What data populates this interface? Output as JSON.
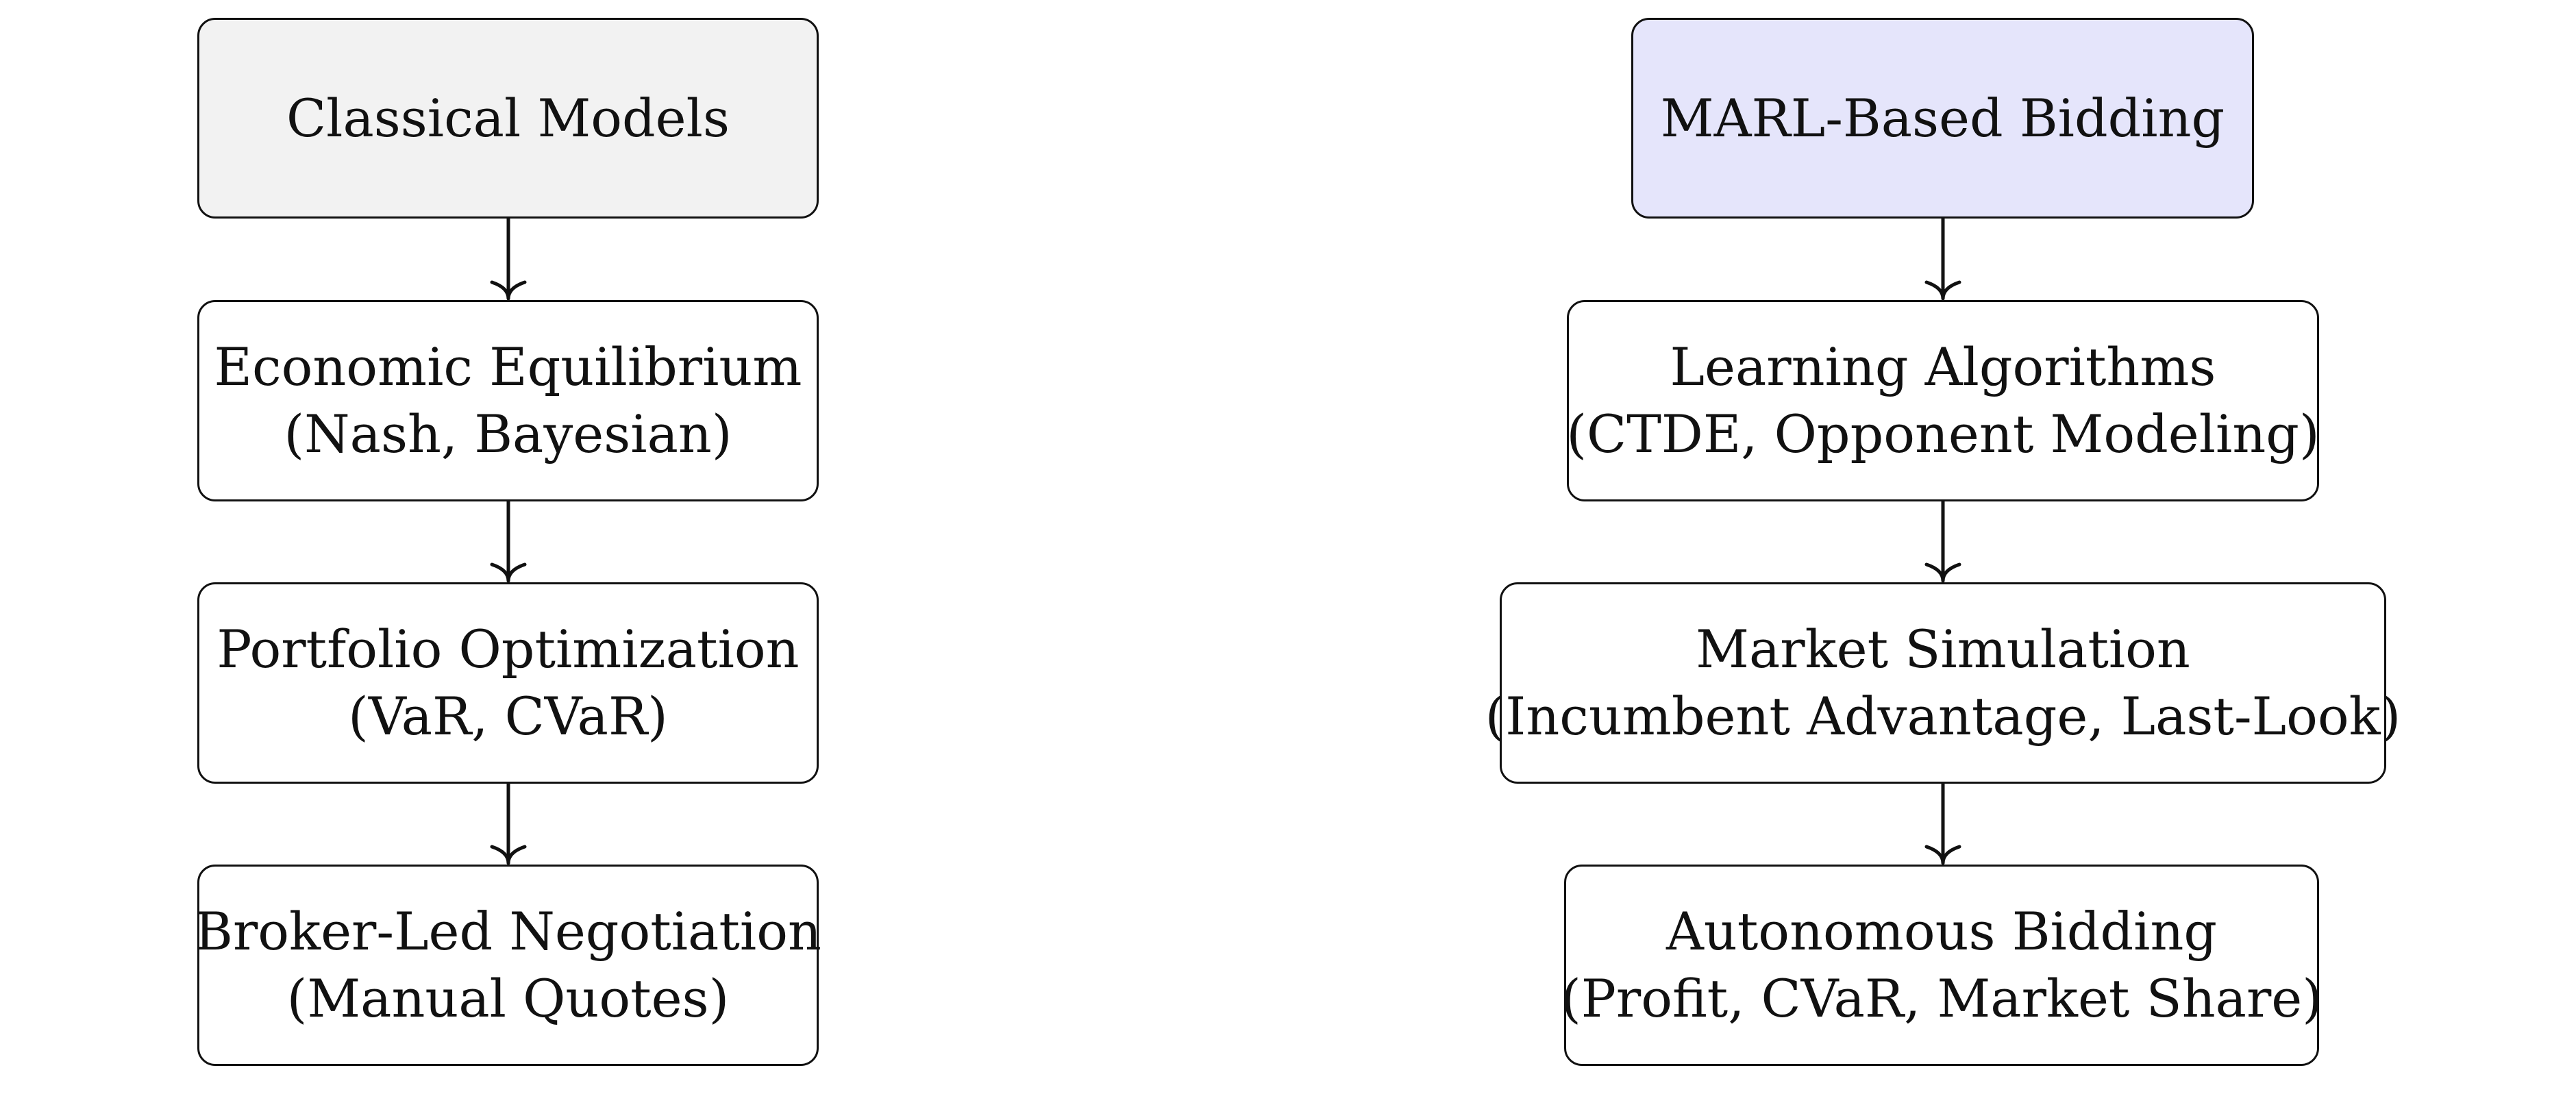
{
  "colors": {
    "classical_fill": "#f2f2f2",
    "marl_fill": "#e5e5fb",
    "default_fill": "#ffffff",
    "stroke": "#111111"
  },
  "left_column": {
    "header": {
      "line1": "Classical Models"
    },
    "nodes": [
      {
        "line1": "Economic Equilibrium",
        "line2": "(Nash, Bayesian)"
      },
      {
        "line1": "Portfolio Optimization",
        "line2": "(VaR, CVaR)"
      },
      {
        "line1": "Broker-Led Negotiation",
        "line2": "(Manual Quotes)"
      }
    ]
  },
  "right_column": {
    "header": {
      "line1": "MARL-Based Bidding"
    },
    "nodes": [
      {
        "line1": "Learning Algorithms",
        "line2": "(CTDE, Opponent Modeling)"
      },
      {
        "line1": "Market Simulation",
        "line2": "(Incumbent Advantage, Last-Look)"
      },
      {
        "line1": "Autonomous Bidding",
        "line2": "(Profit, CVaR, Market Share)"
      }
    ]
  },
  "edges": [
    {
      "from": "Classical Models",
      "to": "Economic Equilibrium"
    },
    {
      "from": "Economic Equilibrium",
      "to": "Portfolio Optimization"
    },
    {
      "from": "Portfolio Optimization",
      "to": "Broker-Led Negotiation"
    },
    {
      "from": "MARL-Based Bidding",
      "to": "Learning Algorithms"
    },
    {
      "from": "Learning Algorithms",
      "to": "Market Simulation"
    },
    {
      "from": "Market Simulation",
      "to": "Autonomous Bidding"
    }
  ]
}
